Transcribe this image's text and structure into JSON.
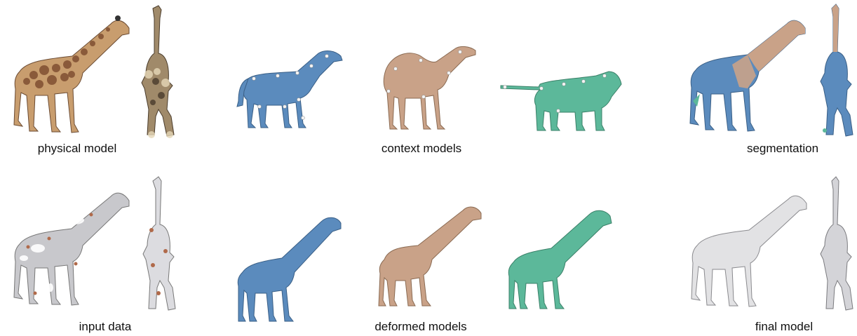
{
  "figure": {
    "captions": {
      "physical_model": "physical model",
      "context_models": "context models",
      "segmentation": "segmentation",
      "input_data": "input data",
      "deformed_models": "deformed models",
      "final_model": "final model"
    },
    "colors": {
      "blue": "#5b8bbd",
      "tan": "#c9a288",
      "green": "#5cb89a",
      "gray": "#d8d8da",
      "giraffe_base": "#c89d6e",
      "giraffe_spot": "#8a5a3a",
      "shadow": "#7a6a58"
    }
  }
}
